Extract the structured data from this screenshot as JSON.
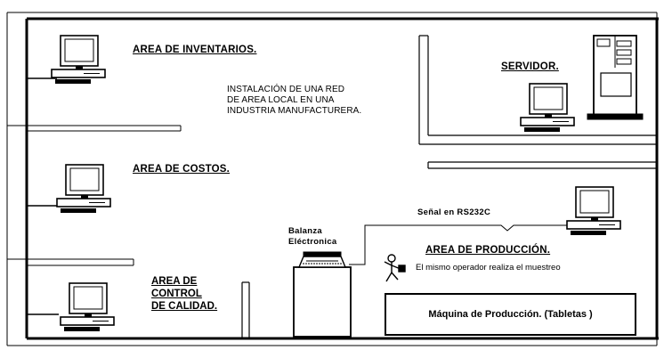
{
  "diagram": {
    "title_lines": [
      "INSTALACIÓN DE UNA RED",
      "DE AREA LOCAL EN UNA",
      "INDUSTRIA MANUFACTURERA."
    ],
    "areas": {
      "inventarios": "AREA DE INVENTARIOS.",
      "servidor": "SERVIDOR.",
      "costos": "AREA DE COSTOS.",
      "calidad_lines": [
        "AREA DE",
        "CONTROL",
        "DE CALIDAD."
      ],
      "produccion": "AREA DE PRODUCCIÓN."
    },
    "labels": {
      "balanza_lines": [
        "Balanza",
        "Eléctronica"
      ],
      "signal": "Señal en RS232C",
      "operator_note": "El mismo operador realiza el muestreo",
      "machine": "Máquina de Producción. (Tabletas )"
    },
    "icons": {
      "workstation": "desktop-computer-icon",
      "server": "server-tower-icon",
      "scale": "electronic-scale-icon",
      "operator": "operator-figure-icon"
    },
    "colors": {
      "line": "#000000",
      "background": "#ffffff"
    }
  }
}
